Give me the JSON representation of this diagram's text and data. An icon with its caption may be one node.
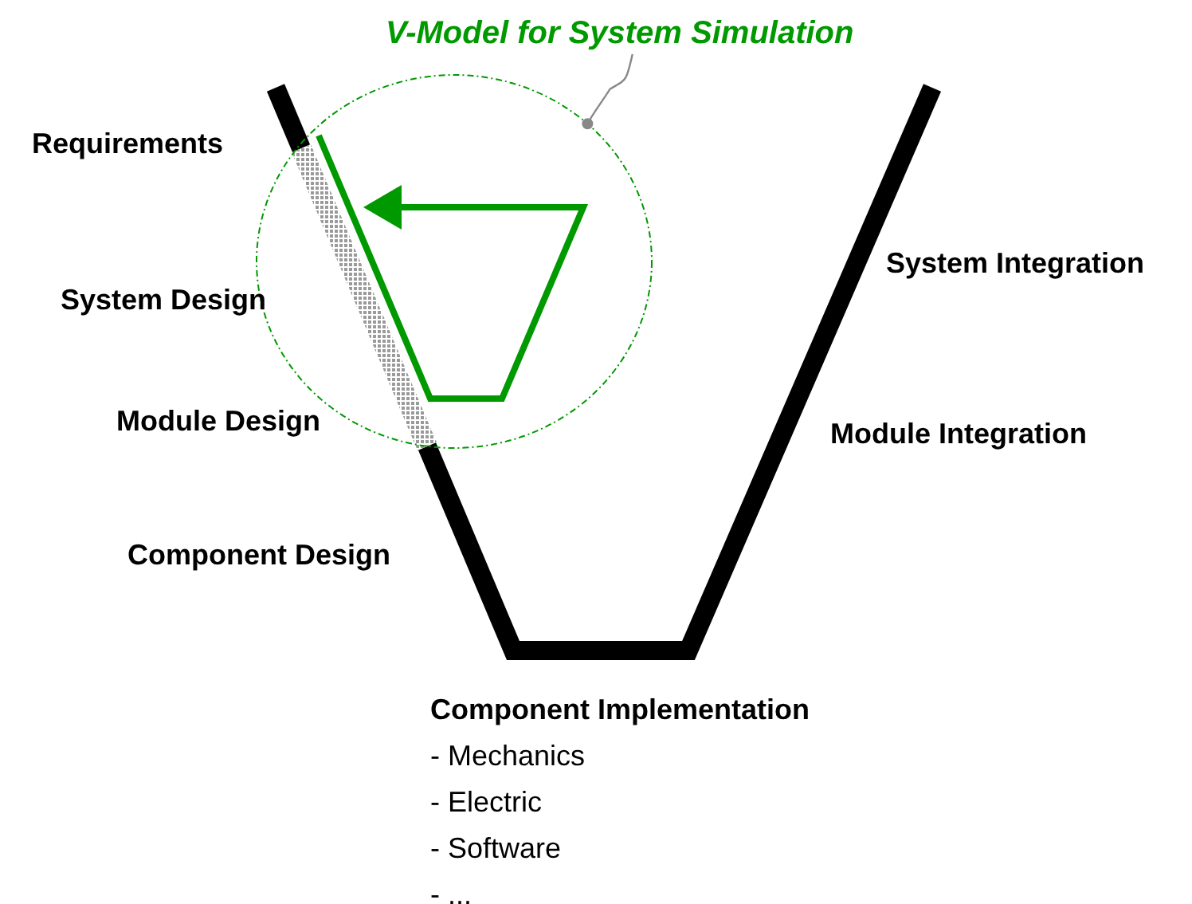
{
  "diagram": {
    "nodes": [
      {
        "text": [
          "V-Model for System Simulation"
        ]
      },
      {
        "text": [],
        "shape": "circle"
      }
    ],
    "edges": [
      {
        "from": 0,
        "to": 1,
        "arrow": "other"
      }
    ],
    "labels": [
      "Requirements",
      "System Design",
      "System Integration",
      "Module Design",
      "Module Integration",
      "Component Design",
      "Component Implementation",
      "- Mechanics",
      "- Electric",
      "- Software",
      "- ..."
    ]
  }
}
